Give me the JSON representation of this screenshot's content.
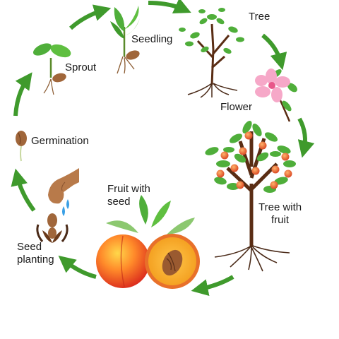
{
  "stages": {
    "seedling": "Seedling",
    "tree": "Tree",
    "sprout": "Sprout",
    "flower": "Flower",
    "germination": "Germination",
    "tree_with_fruit_1": "Tree with",
    "tree_with_fruit_2": "fruit",
    "fruit_with_seed_1": "Fruit with",
    "fruit_with_seed_2": "seed",
    "seed_planting_1": "Seed",
    "seed_planting_2": "planting"
  },
  "colors": {
    "arrow": "#3f9a2c",
    "leaf": "#4fae3a",
    "trunk": "#5a2d14",
    "root": "#4a2a18",
    "peach": "#f06a2a",
    "flower": "#f6a8c8",
    "seed": "#a0663a",
    "water": "#3aa0e6"
  }
}
